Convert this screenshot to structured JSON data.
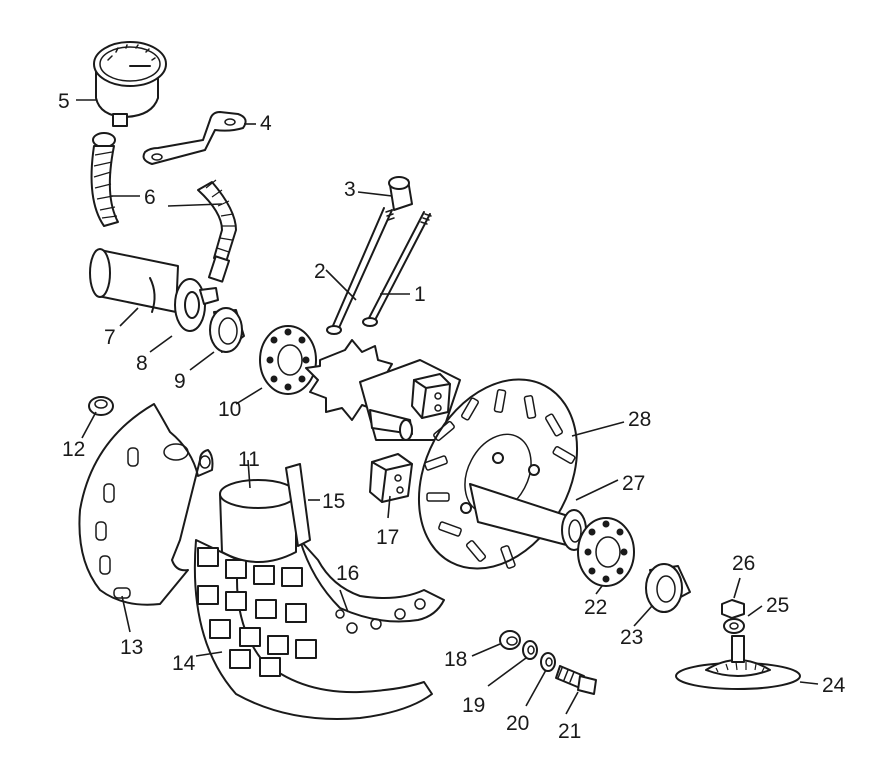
{
  "diagram": {
    "callouts": [
      {
        "id": "c1",
        "text": "1"
      },
      {
        "id": "c2",
        "text": "2"
      },
      {
        "id": "c3",
        "text": "3"
      },
      {
        "id": "c4",
        "text": "4"
      },
      {
        "id": "c5",
        "text": "5"
      },
      {
        "id": "c6",
        "text": "6"
      },
      {
        "id": "c7",
        "text": "7"
      },
      {
        "id": "c8",
        "text": "8"
      },
      {
        "id": "c9",
        "text": "9"
      },
      {
        "id": "c10",
        "text": "10"
      },
      {
        "id": "c11",
        "text": "11"
      },
      {
        "id": "c12",
        "text": "12"
      },
      {
        "id": "c13",
        "text": "13"
      },
      {
        "id": "c14",
        "text": "14"
      },
      {
        "id": "c15",
        "text": "15"
      },
      {
        "id": "c16",
        "text": "16"
      },
      {
        "id": "c17",
        "text": "17"
      },
      {
        "id": "c18",
        "text": "18"
      },
      {
        "id": "c19",
        "text": "19"
      },
      {
        "id": "c20",
        "text": "20"
      },
      {
        "id": "c21",
        "text": "21"
      },
      {
        "id": "c22",
        "text": "22"
      },
      {
        "id": "c23",
        "text": "23"
      },
      {
        "id": "c24",
        "text": "24"
      },
      {
        "id": "c25",
        "text": "25"
      },
      {
        "id": "c26",
        "text": "26"
      },
      {
        "id": "c27",
        "text": "27"
      },
      {
        "id": "c28",
        "text": "28"
      }
    ]
  }
}
